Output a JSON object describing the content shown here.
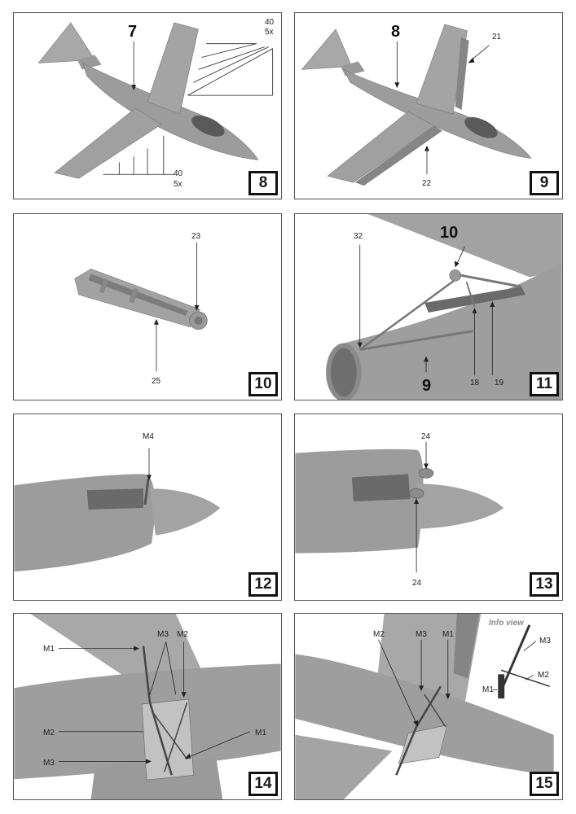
{
  "panels": [
    {
      "step": "8",
      "labels": {
        "ref": "7",
        "top_count": "40",
        "top_mult": "5x",
        "bot_count": "40",
        "bot_mult": "5x"
      }
    },
    {
      "step": "9",
      "labels": {
        "ref": "8",
        "part_a": "21",
        "part_b": "22"
      }
    },
    {
      "step": "10",
      "labels": {
        "part_a": "23",
        "part_b": "25"
      }
    },
    {
      "step": "11",
      "labels": {
        "ref_a": "10",
        "ref_b": "9",
        "part_a": "32",
        "part_b": "18",
        "part_c": "19"
      }
    },
    {
      "step": "12",
      "labels": {
        "part_a": "M4"
      }
    },
    {
      "step": "13",
      "labels": {
        "part_top": "24",
        "part_bot": "24"
      }
    },
    {
      "step": "14",
      "labels": {
        "m1_a": "M1",
        "m3_a": "M3",
        "m2_a": "M2",
        "m2_b": "M2",
        "m3_b": "M3",
        "m1_b": "M1"
      }
    },
    {
      "step": "15",
      "labels": {
        "m2": "M2",
        "m3": "M3",
        "m1": "M1",
        "info_title": "Info view",
        "info_m3": "M3",
        "info_m2": "M2",
        "info_m1": "M1"
      }
    }
  ],
  "colors": {
    "model": "#9a9a9a",
    "model_dark": "#6e6e6e",
    "model_light": "#b8b8b8",
    "frame": "#555555"
  }
}
